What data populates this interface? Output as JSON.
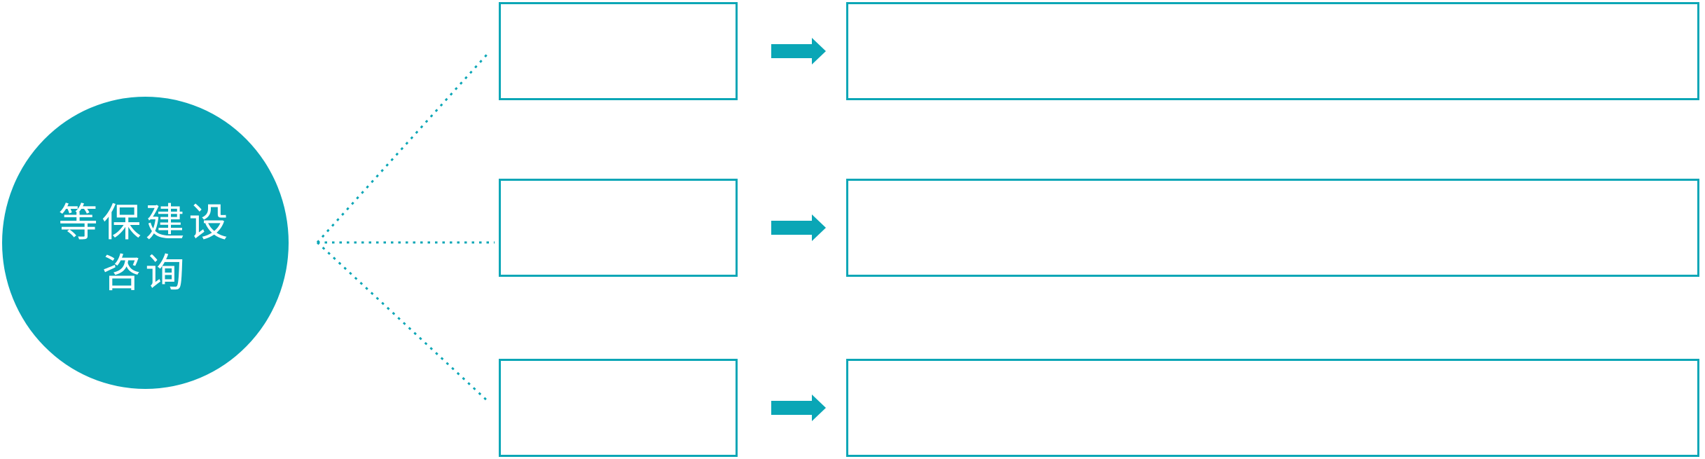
{
  "colors": {
    "accent": "#0aa6b6",
    "background": "#ffffff",
    "box_fill": "#ffffff",
    "text_on_accent": "#ffffff"
  },
  "root": {
    "label_line1": "等保建设",
    "label_line2": "咨询"
  },
  "rows": [
    {
      "small_box_label": "",
      "large_box_label": ""
    },
    {
      "small_box_label": "",
      "large_box_label": ""
    },
    {
      "small_box_label": "",
      "large_box_label": ""
    }
  ],
  "icons": {
    "arrow": "right-arrow"
  }
}
